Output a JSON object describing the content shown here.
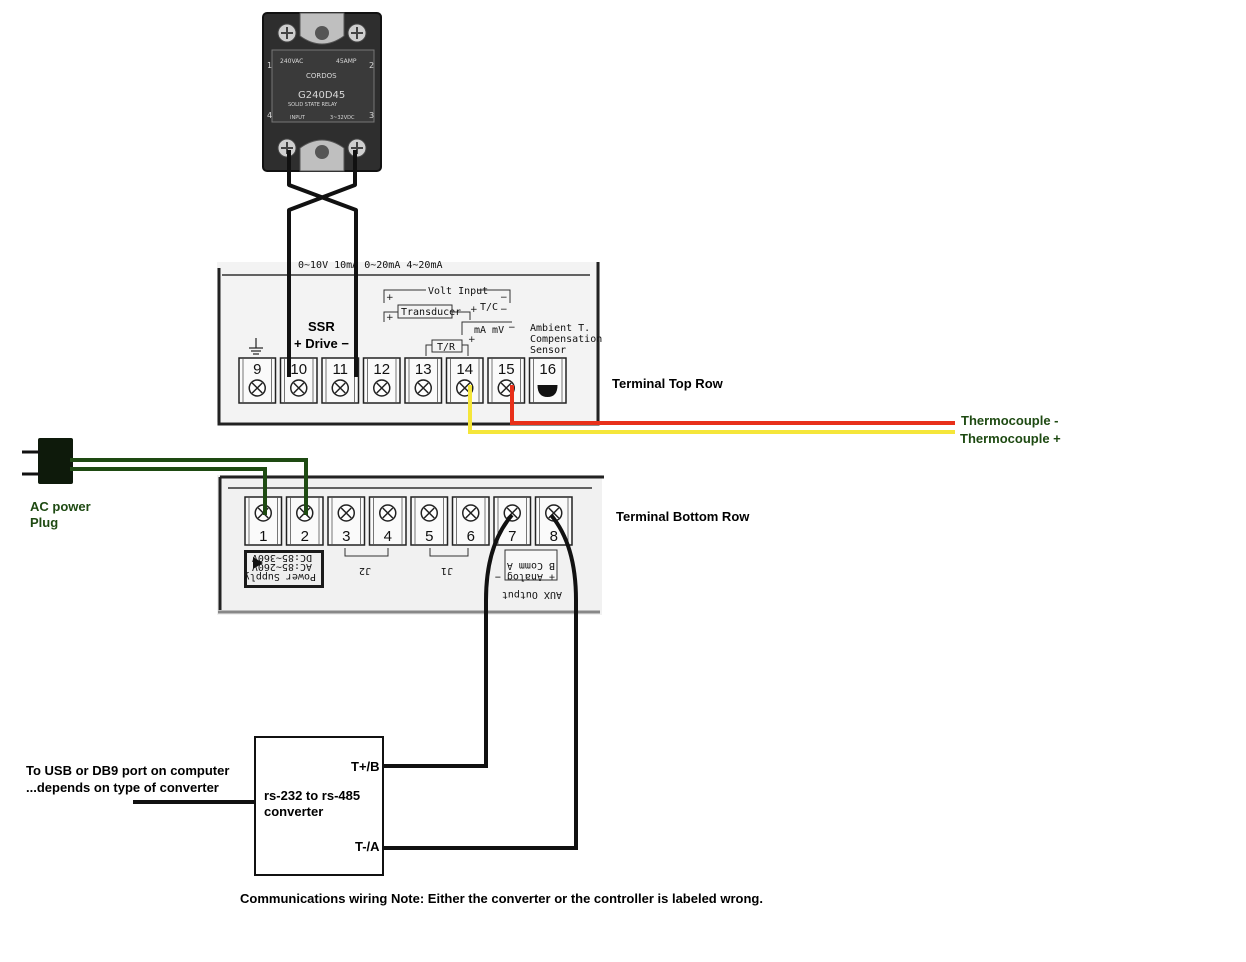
{
  "ssr": {
    "voltage": "240VAC",
    "current": "45AMP",
    "brand": "CORDOS",
    "model": "G240D45",
    "type": "SOLID STATE RELAY",
    "input": "INPUT",
    "input_range": "3~32VDC",
    "pins": [
      "1",
      "2",
      "3",
      "4"
    ]
  },
  "top_panel": {
    "header_cut": "0~10V    10mA    0~20mA    4~20mA",
    "ssr_label": "SSR",
    "ssr_drive": "+ Drive −",
    "volt_input": "Volt Input",
    "transducer": "Transducer",
    "tc": "T/C",
    "ma_mv": "mA mV",
    "tr": "T/R",
    "ambient": [
      "Ambient T.",
      "Compensation",
      "Sensor"
    ],
    "terminals": [
      "9",
      "10",
      "11",
      "12",
      "13",
      "14",
      "15",
      "16"
    ],
    "row_label": "Terminal Top Row"
  },
  "bottom_panel": {
    "terminals": [
      "1",
      "2",
      "3",
      "4",
      "5",
      "6",
      "7",
      "8"
    ],
    "power_supply": [
      "Power Supply",
      "AC:85~260V",
      "DC:85~360V"
    ],
    "j2": "J2",
    "j1": "J1",
    "aux_comm": [
      "+ Analog −",
      "B Comm A"
    ],
    "aux_output": "AUX Output",
    "row_label": "Terminal Bottom Row"
  },
  "thermocouple": {
    "minus": "Thermocouple -",
    "plus": "Thermocouple +"
  },
  "ac_plug": [
    "AC power",
    "Plug"
  ],
  "converter": {
    "name": [
      "rs-232 to rs-485",
      "converter"
    ],
    "tb": "T+/B",
    "ta": "T-/A"
  },
  "computer_note": [
    "To USB or DB9 port on computer",
    "...depends on type of converter"
  ],
  "comm_note": "Communications wiring Note: Either the converter or the controller is labeled wrong.",
  "colors": {
    "wire_black": "#111111",
    "wire_green": "#1e4a12",
    "wire_red": "#e8301a",
    "wire_yellow": "#f5e63a",
    "ssr_body": "#2e2e2e"
  }
}
